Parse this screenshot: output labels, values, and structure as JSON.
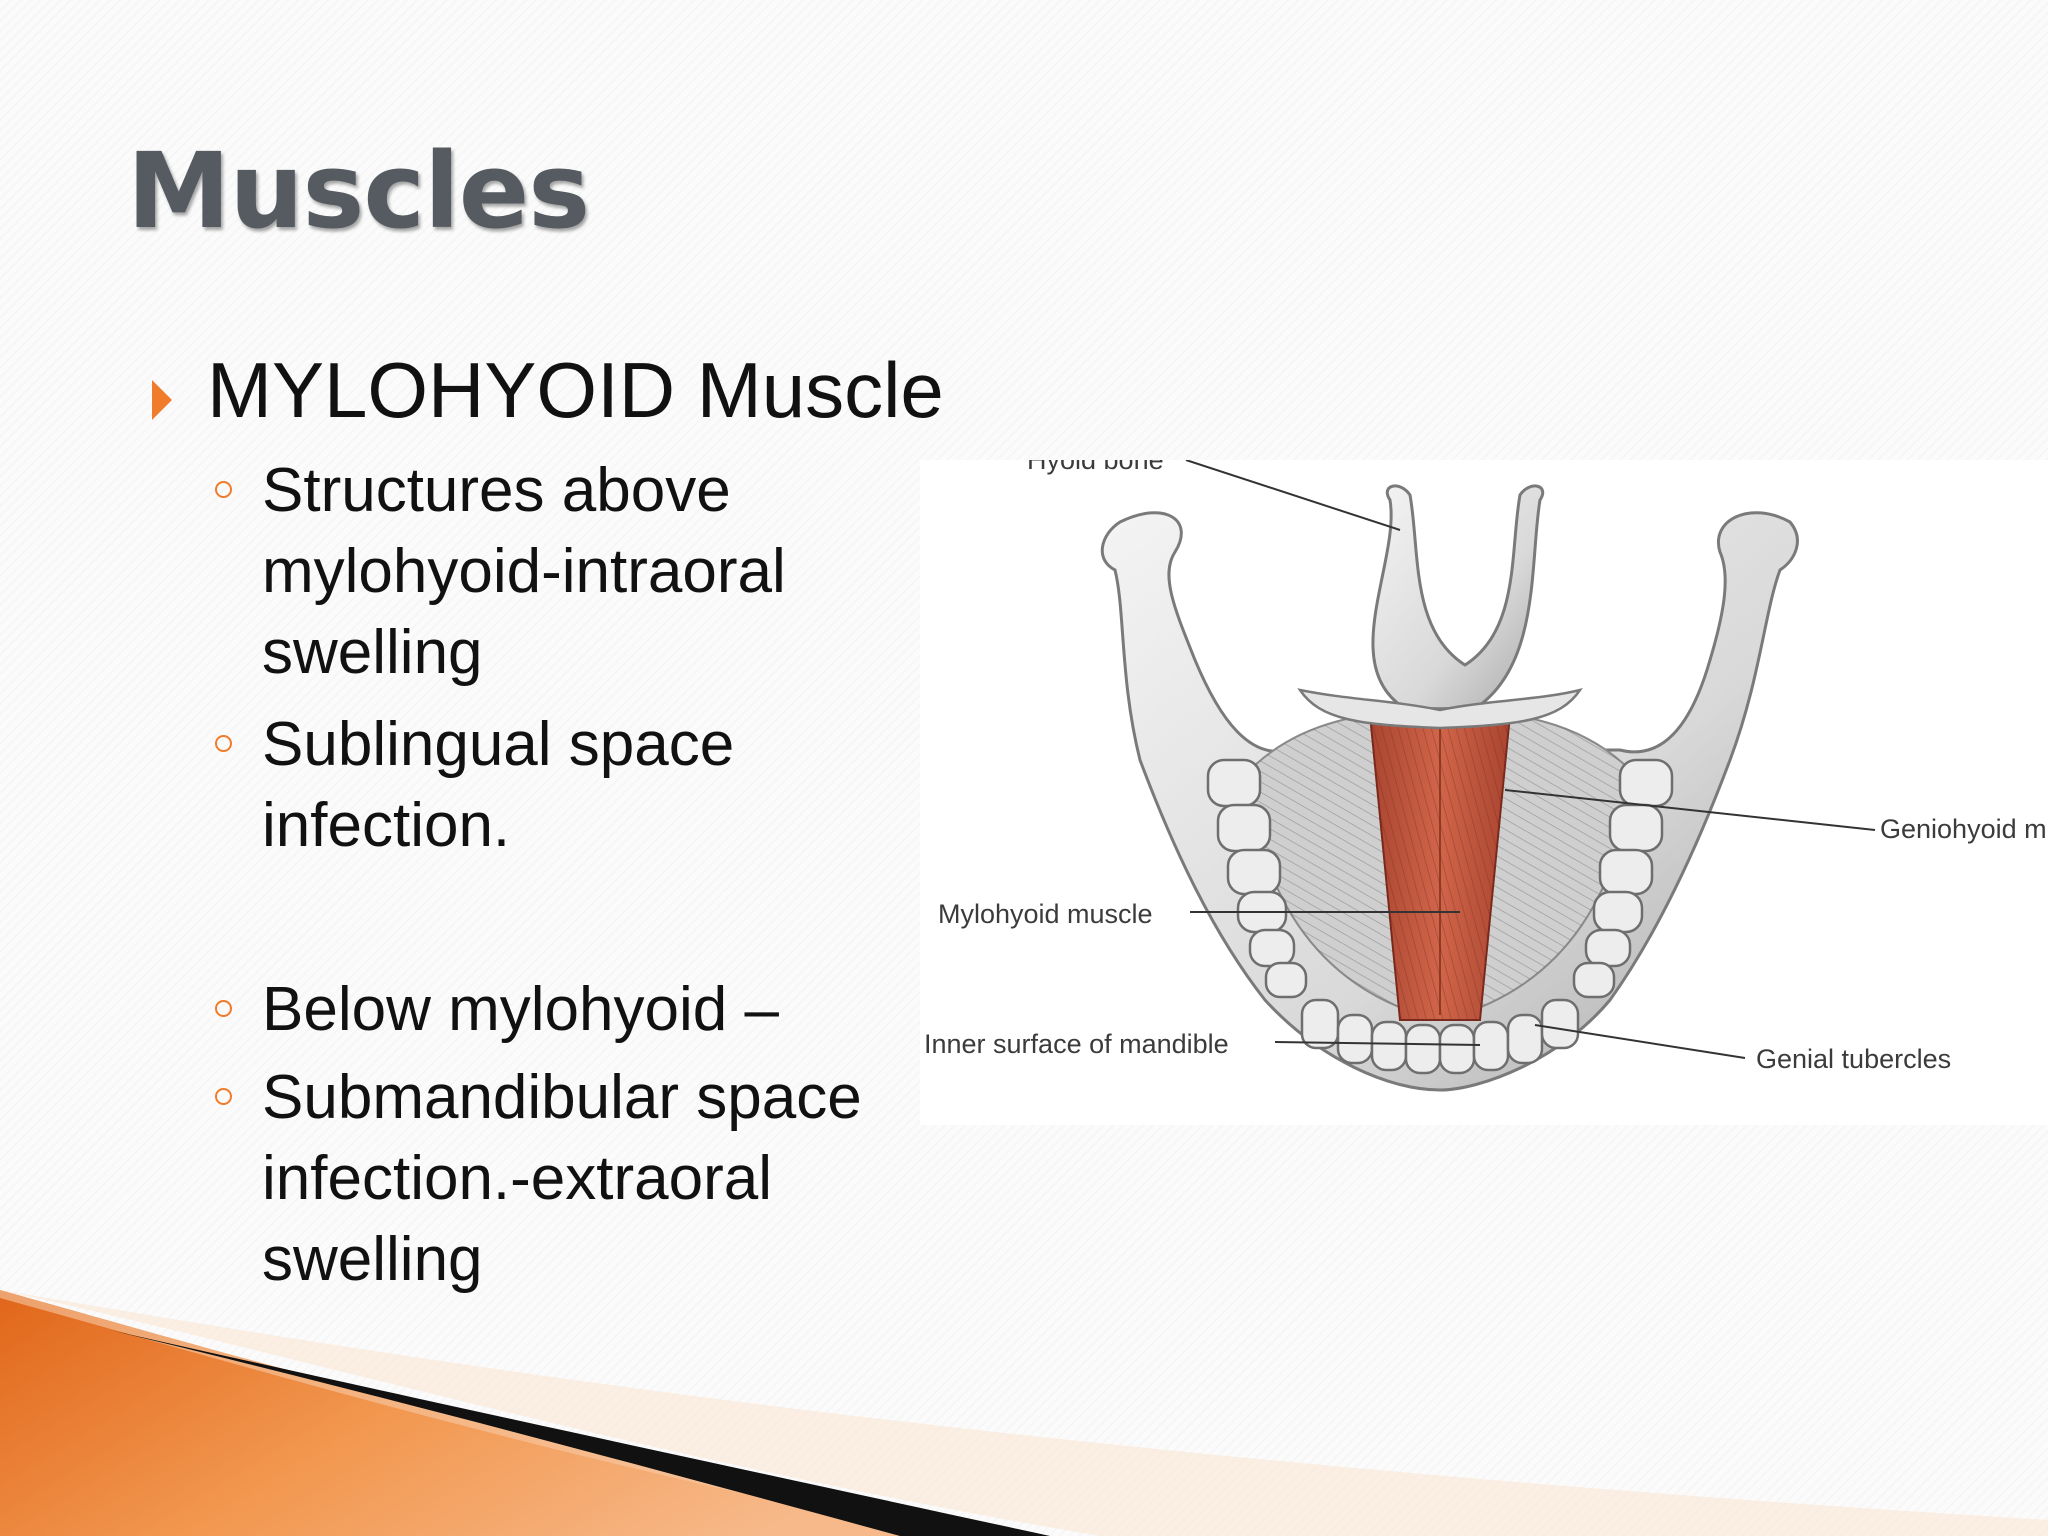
{
  "slide": {
    "title": "Muscles",
    "bullet": "MYLOHYOID Muscle",
    "sub_bullets": [
      "Structures above mylohyoid-intraoral swelling",
      "Sublingual space infection.",
      "Below mylohyoid –",
      "Submandibular space infection.-extraoral swelling"
    ],
    "colors": {
      "accent": "#f07c2b",
      "title": "#555b60",
      "muscle": "#c0553d"
    }
  },
  "figure": {
    "labels": {
      "hyoid": "Hyoid bone",
      "geniohyoid": "Geniohyoid m",
      "mylohyoid": "Mylohyoid muscle",
      "inner_surface": "Inner surface of mandible",
      "genial": "Genial tubercles"
    }
  }
}
